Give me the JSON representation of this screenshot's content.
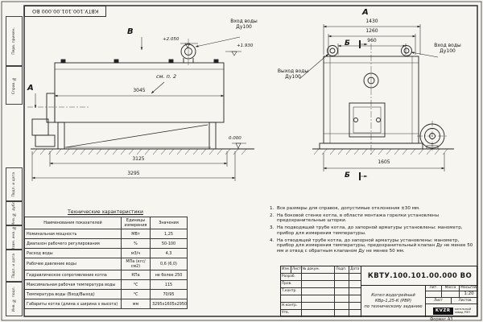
{
  "frame": {
    "doc_number_top": "КВТУ.100.101.00.000 ВО",
    "format_label": "Формат А3",
    "stamps": {
      "s1": "Перв. примен.",
      "s2": "Справ. №",
      "s3": "Подп. и дата",
      "s4": "Инв. № дубл.",
      "s5": "Взам. инв. №",
      "s6": "Подп. и дата",
      "s7": "Инв. № подл."
    }
  },
  "side_view": {
    "view_letter": "В",
    "arrow_letter": "А",
    "inlet_label": "Вход воды",
    "inlet_size": "Ду100",
    "elev_top": "+2.050",
    "elev_inlet": "+1.930",
    "elev_zero": "0.000",
    "see_note": "см. п. 2",
    "dim_body": "3045",
    "dim_mid": "3125",
    "dim_overall": "3295"
  },
  "front_view": {
    "view_title": "А",
    "section_top": "Б",
    "section_bottom": "Б",
    "dim_1": "1430",
    "dim_2": "1260",
    "dim_3": "960",
    "dim_width": "1605",
    "outlet_label": "Выход воды",
    "outlet_size": "Ду100",
    "inlet_label": "Вход воды",
    "inlet_size": "Ду100"
  },
  "notes": {
    "items": [
      {
        "n": "1.",
        "text": "Все размеры для справок, допустимые отклонения ±30 мм."
      },
      {
        "n": "2.",
        "text": "На боковой стенке котла, в области монтажа горелки установлены предохранительные шторки."
      },
      {
        "n": "3.",
        "text": "На подводящей трубе котла, до запорной арматуры установлены: манометр, прибор для измерения температуры."
      },
      {
        "n": "4.",
        "text": "На отводящей трубе котла, до запорной арматуры установлены: манометр, прибор для измерения температуры, предохранительный клапан Ду не менее 50 мм и отвод с обратным клапаном Ду не менее 50 мм."
      }
    ]
  },
  "tech_table": {
    "title": "Технические характеристики",
    "headers": [
      "Наименования показателей",
      "Единицы измерения",
      "Значения"
    ],
    "rows": [
      [
        "Номинальная мощность",
        "МВт",
        "1,25"
      ],
      [
        "Диапазон рабочего регулирования",
        "%",
        "50-100"
      ],
      [
        "Расход воды",
        "м3/ч",
        "4,3"
      ],
      [
        "Рабочее давление воды",
        "МПа (кгс/см2)",
        "0,6 (6,0)"
      ],
      [
        "Гидравлическое сопротивление котла",
        "КПа",
        "не более 250"
      ],
      [
        "Максимальная рабочая температура воды",
        "°С",
        "115"
      ],
      [
        "Температура воды (Вход/Выход)",
        "°С",
        "70/95"
      ],
      [
        "Габариты котла (длина х ширина х высота)",
        "мм",
        "3295х1605х2950"
      ]
    ]
  },
  "title_block": {
    "doc_number": "КВТУ.100.101.00.000 ВО",
    "product_line1": "Котел водогрейный",
    "product_line2": "КВр-1,25-К (РВР)",
    "product_line3": "по техническому заданию",
    "hdr_izm": "Изм.",
    "hdr_list": "Лист",
    "hdr_doc": "№ докум.",
    "hdr_sign": "Подп.",
    "hdr_date": "Дата",
    "r_razrab": "Разраб.",
    "r_prov": "Пров.",
    "r_tkontr": "Т.контр.",
    "r_nkontr": "Н.контр.",
    "r_utv": "Утв.",
    "lit_label": "Лит.",
    "mass_label": "Масса",
    "scale_label": "Масштаб",
    "scale_value": "1:20",
    "sheet_label": "Лист",
    "sheets_label": "Листов",
    "logo_text": "KVZR",
    "company_line1": "котельный",
    "company_line2": "завод РЭП"
  }
}
